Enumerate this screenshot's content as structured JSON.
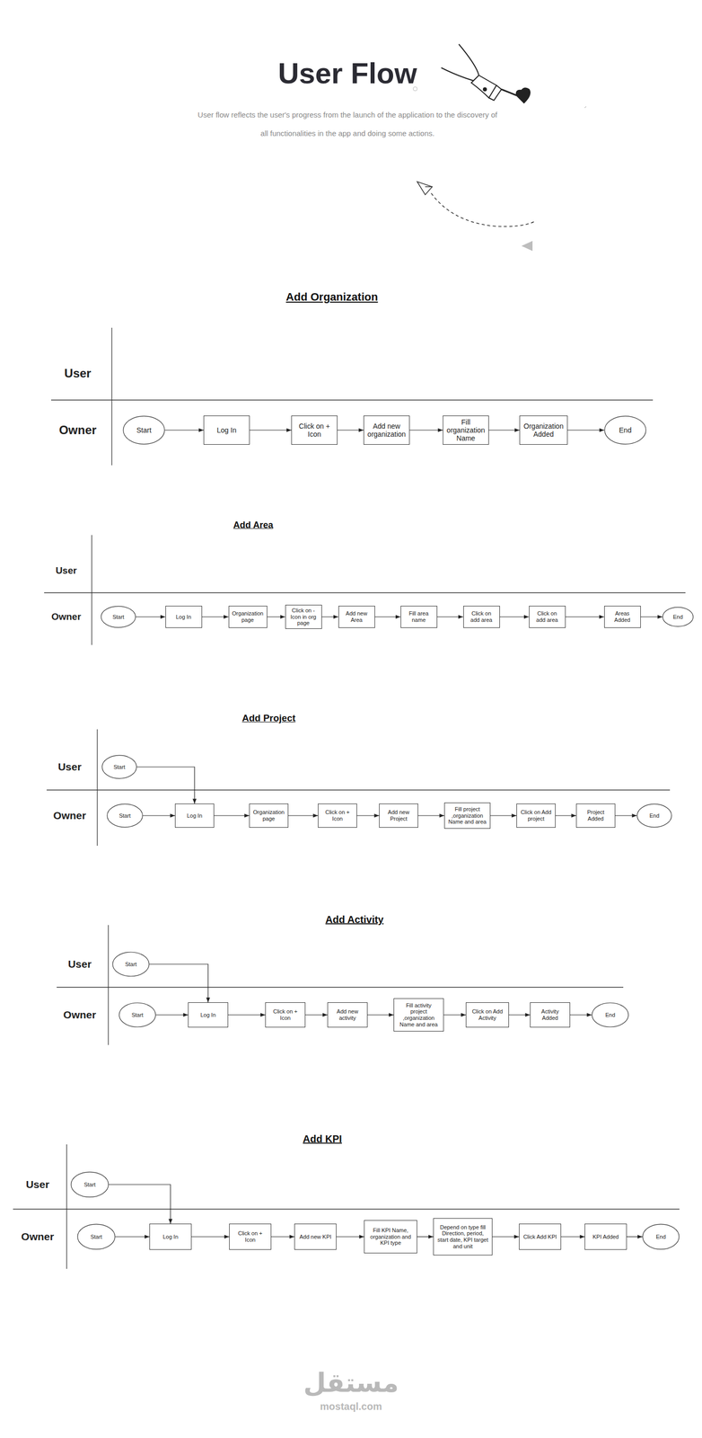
{
  "diagram": {
    "title": "User Flow",
    "caption": "User flow reflects the user's progress from the launch of the application to the discovery of all functionalities in the app and doing some actions.",
    "nodes": [
      {
        "text": [
          "Start"
        ]
      },
      {
        "text": [
          "Log In"
        ]
      },
      {
        "text": [
          "Click on + Icon"
        ]
      },
      {
        "text": [
          "Add new organization"
        ]
      },
      {
        "text": [
          "Fill organization Name"
        ]
      },
      {
        "text": [
          "Organization Added"
        ]
      },
      {
        "text": [
          "End"
        ]
      },
      {
        "text": [
          "Start"
        ]
      },
      {
        "text": [
          "Log In"
        ]
      },
      {
        "text": [
          "Organization page"
        ]
      },
      {
        "text": [
          "Click on - Icon in org page"
        ]
      },
      {
        "text": [
          "Add new Area"
        ]
      },
      {
        "text": [
          "Fill area name"
        ]
      },
      {
        "text": [
          "Click on add area"
        ]
      },
      {
        "text": [
          "Click on add area"
        ]
      },
      {
        "text": [
          "Areas Added"
        ]
      },
      {
        "text": [
          "End"
        ]
      },
      {
        "text": [
          "Start"
        ]
      },
      {
        "text": [
          "Start"
        ]
      },
      {
        "text": [
          "Log In"
        ]
      },
      {
        "text": [
          "Organization page"
        ]
      },
      {
        "text": [
          "Click on + Icon"
        ]
      },
      {
        "text": [
          "Add new Project"
        ]
      },
      {
        "text": [
          "Fill project ,organization Name and area"
        ]
      },
      {
        "text": [
          "Click on Add project"
        ]
      },
      {
        "text": [
          "Project Added"
        ]
      },
      {
        "text": [
          "End"
        ]
      },
      {
        "text": [
          "Start"
        ]
      },
      {
        "text": [
          "Start"
        ]
      },
      {
        "text": [
          "Log In"
        ]
      },
      {
        "text": [
          "Click on + Icon"
        ]
      },
      {
        "text": [
          "Add new activity"
        ]
      },
      {
        "text": [
          "Fill activity project ,organization Name and area"
        ]
      },
      {
        "text": [
          "Click on Add Activity"
        ]
      },
      {
        "text": [
          "Activity Added"
        ]
      },
      {
        "text": [
          "End"
        ]
      },
      {
        "text": [
          "Start"
        ]
      },
      {
        "text": [
          "Start"
        ]
      },
      {
        "text": [
          "Log In"
        ]
      },
      {
        "text": [
          "Click on + Icon"
        ]
      },
      {
        "text": [
          "Add new KPI"
        ]
      },
      {
        "text": [
          "Fill KPI Name, organization and KPI type"
        ]
      },
      {
        "text": [
          "Depend on type fill Direction, period, start date, KPI target and unit"
        ]
      },
      {
        "text": [
          "Click Add KPI"
        ]
      },
      {
        "text": [
          "KPI Added"
        ]
      },
      {
        "text": [
          "End"
        ]
      }
    ],
    "edges": [
      {
        "from": 0,
        "to": 1,
        "arrow": "to"
      },
      {
        "from": 1,
        "to": 2,
        "arrow": "to"
      },
      {
        "from": 2,
        "to": 3,
        "arrow": "to"
      },
      {
        "from": 3,
        "to": 4,
        "arrow": "to"
      },
      {
        "from": 4,
        "to": 5,
        "arrow": "to"
      },
      {
        "from": 5,
        "to": 6,
        "arrow": "to"
      },
      {
        "from": 7,
        "to": 8,
        "arrow": "to"
      },
      {
        "from": 8,
        "to": 9,
        "arrow": "to"
      },
      {
        "from": 9,
        "to": 10,
        "arrow": "to"
      },
      {
        "from": 10,
        "to": 11,
        "arrow": "to"
      },
      {
        "from": 11,
        "to": 12,
        "arrow": "to"
      },
      {
        "from": 12,
        "to": 13,
        "arrow": "to"
      },
      {
        "from": 13,
        "to": 14,
        "arrow": "to"
      },
      {
        "from": 14,
        "to": 15,
        "arrow": "to"
      },
      {
        "from": 15,
        "to": 16,
        "arrow": "to"
      },
      {
        "from": 17,
        "to": 19,
        "arrow": "to"
      },
      {
        "from": 18,
        "to": 19,
        "arrow": "to"
      },
      {
        "from": 19,
        "to": 20,
        "arrow": "to"
      },
      {
        "from": 20,
        "to": 21,
        "arrow": "to"
      },
      {
        "from": 21,
        "to": 22,
        "arrow": "to"
      },
      {
        "from": 22,
        "to": 23,
        "arrow": "to"
      },
      {
        "from": 23,
        "to": 24,
        "arrow": "to"
      },
      {
        "from": 24,
        "to": 25,
        "arrow": "to"
      },
      {
        "from": 25,
        "to": 26,
        "arrow": "to"
      },
      {
        "from": 27,
        "to": 29,
        "arrow": "to"
      },
      {
        "from": 28,
        "to": 29,
        "arrow": "to"
      },
      {
        "from": 29,
        "to": 30,
        "arrow": "to"
      },
      {
        "from": 30,
        "to": 31,
        "arrow": "to"
      },
      {
        "from": 31,
        "to": 32,
        "arrow": "to"
      },
      {
        "from": 32,
        "to": 33,
        "arrow": "to"
      },
      {
        "from": 33,
        "to": 34,
        "arrow": "to"
      },
      {
        "from": 34,
        "to": 35,
        "arrow": "to"
      },
      {
        "from": 36,
        "to": 38,
        "arrow": "to"
      },
      {
        "from": 37,
        "to": 38,
        "arrow": "to"
      },
      {
        "from": 38,
        "to": 39,
        "arrow": "to"
      },
      {
        "from": 39,
        "to": 40,
        "arrow": "to"
      },
      {
        "from": 40,
        "to": 41,
        "arrow": "to"
      },
      {
        "from": 41,
        "to": 42,
        "arrow": "to"
      },
      {
        "from": 42,
        "to": 43,
        "arrow": "to"
      },
      {
        "from": 43,
        "to": 44,
        "arrow": "to"
      },
      {
        "from": 44,
        "to": 45,
        "arrow": "to"
      }
    ],
    "labels": [
      "Add Organization",
      "User",
      "Owner",
      "Add Area",
      "User",
      "Owner",
      "Add Project",
      "User",
      "Owner",
      "Add Activity",
      "User",
      "Owner",
      "Add KPI",
      "User",
      "Owner",
      "مستقل",
      "mostaql.com"
    ]
  }
}
